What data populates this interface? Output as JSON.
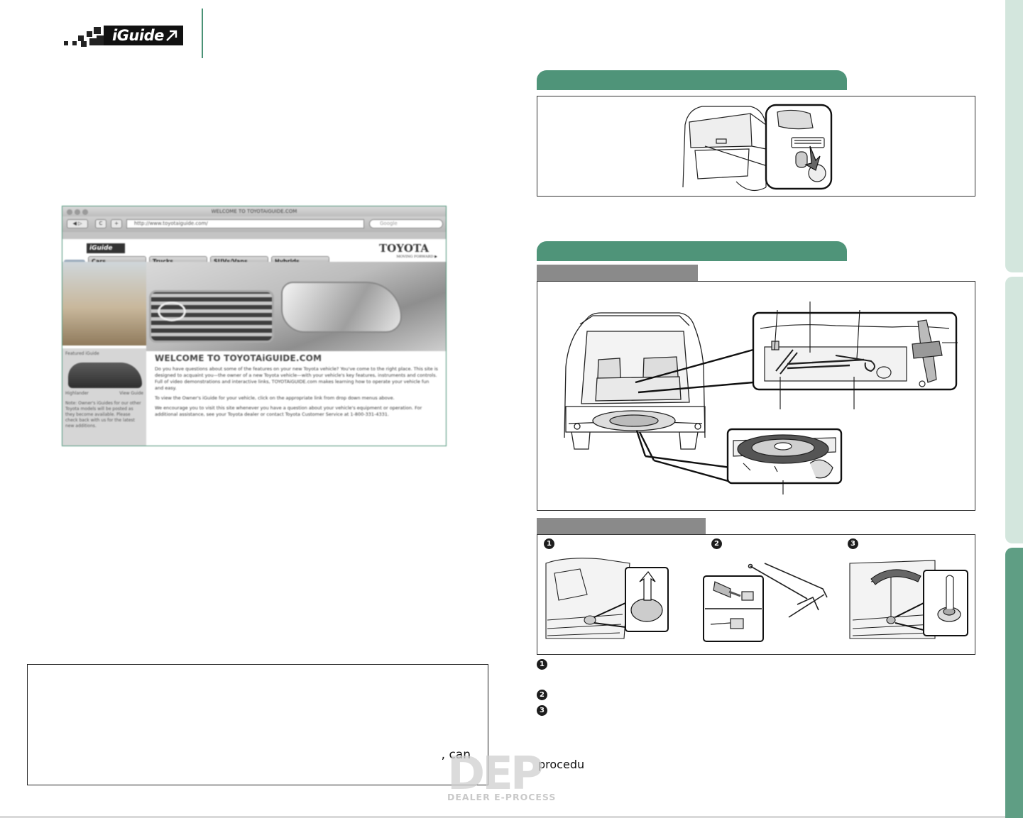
{
  "header": {
    "logo_text": "iGuide"
  },
  "browser": {
    "window_title": "WELCOME TO TOYOTAiGUIDE.COM",
    "back_label": "◀ ▷",
    "reload_label": "C",
    "add_label": "+",
    "url": "http://www.toyotaiguide.com/",
    "search_placeholder": "Google",
    "site_logo": "iGuide",
    "brand": "TOYOTA",
    "brand_tagline": "MOVING FORWARD ▶",
    "nav_tabs": [
      "Cars",
      "Trucks",
      "SUVs/Vans",
      "Hybrids"
    ],
    "featured_label": "Featured iGuide",
    "featured_model": "Highlander",
    "featured_link": "View Guide",
    "featured_note": "Note: Owner's iGuides for our other Toyota models will be posted as they become available. Please check back with us for the latest new additions.",
    "welcome_title": "WELCOME TO TOYOTAiGUIDE.COM",
    "welcome_p1": "Do you have questions about some of the features on your new Toyota vehicle? You've come to the right place. This site is designed to acquaint you—the owner of a new Toyota vehicle—with your vehicle's key features, instruments and controls. Full of video demonstrations and interactive links, TOYOTAiGUIDE.com makes learning how to operate your vehicle fun and easy.",
    "welcome_p2": "To view the Owner's iGuide for your vehicle, click on the appropriate link from drop down menus above.",
    "welcome_p3": "We encourage you to visit this site whenever you have a question about your vehicle's equipment or operation. For additional assistance, see your Toyota dealer or contact Toyota Customer Service at 1-800-331-4331."
  },
  "note_box": {
    "fragment": ", can"
  },
  "right_column": {
    "step_numbers": [
      "1",
      "2",
      "3"
    ],
    "procedure_fragment": "procedu"
  },
  "watermark": {
    "letters": "DEP",
    "caption": "DEALER E-PROCESS"
  },
  "colors": {
    "accent_green": "#4f9479",
    "header_rule": "#4a9276",
    "gray_tab": "#8a8a8a",
    "side_tab_light": "#d3e6dd",
    "side_tab_dark": "#5f9e84"
  }
}
